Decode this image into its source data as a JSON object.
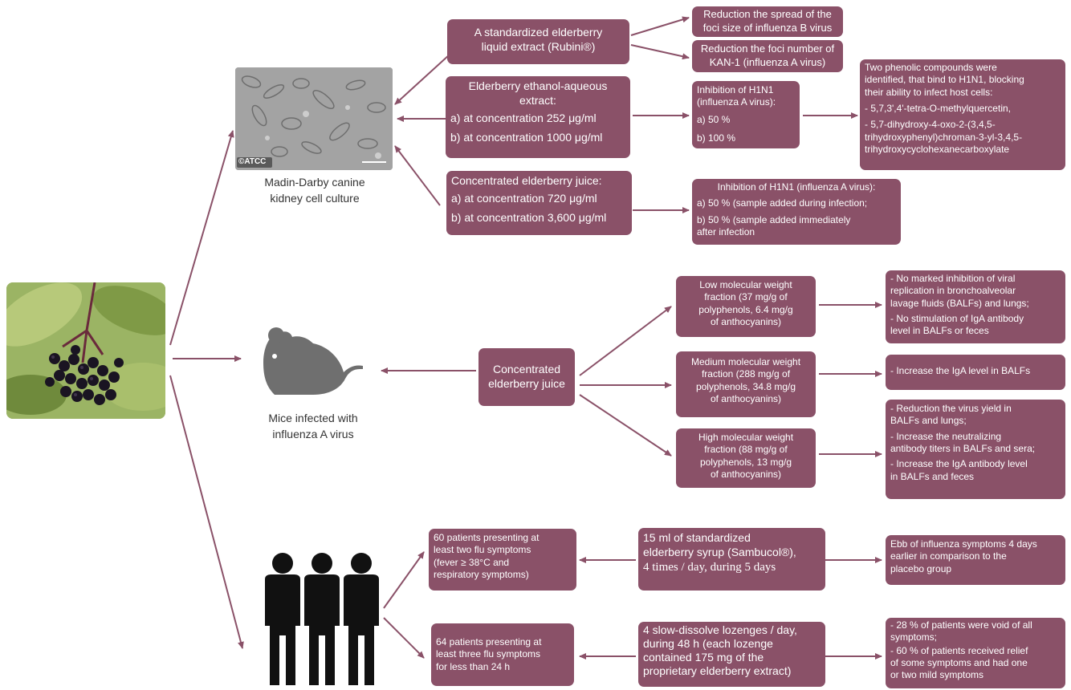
{
  "colors": {
    "box_fill": "#8a5168",
    "arrow": "#8a5168",
    "text_on_box": "#ffffff"
  },
  "icons": {
    "elderberry": "elderberry-photo",
    "cells": "cell-culture-micrograph",
    "mouse": "mouse-icon",
    "people": "people-icon"
  },
  "cells": {
    "watermark": "©ATCC",
    "caption": [
      "Madin-Darby canine",
      "kidney cell culture"
    ],
    "rubini": {
      "lines": [
        "A standardized elderberry",
        "liquid extract (Rubini®)"
      ]
    },
    "rubini_out1": {
      "lines": [
        "Reduction the spread of the",
        "foci size of influenza B virus"
      ]
    },
    "rubini_out2": {
      "lines": [
        "Reduction the foci number of",
        "KAN-1 (influenza A virus)"
      ]
    },
    "ethanol": {
      "lines": [
        "Elderberry  ethanol-aqueous",
        "extract:"
      ],
      "items": [
        "a) at concentration 252 μg/ml",
        "b) at concentration 1000 μg/ml"
      ]
    },
    "ethanol_out": {
      "lines": [
        "Inhibition of H1N1",
        "(influenza A virus):"
      ],
      "items": [
        "a) 50 %",
        "b) 100 %"
      ]
    },
    "phenolic": {
      "lines": [
        "Two phenolic compounds were",
        "identified, that bind to H1N1, blocking",
        "their ability to infect host cells:"
      ],
      "items": [
        "- 5,7,3',4'-tetra-O-methylquercetin,",
        "- 5,7-dihydroxy-4-oxo-2-(3,4,5-\ntrihydroxyphenyl)chroman-3-yl-3,4,5-\ntrihydroxycyclohexanecarboxylate"
      ]
    },
    "juice": {
      "lines": [
        "Concentrated elderberry juice:"
      ],
      "items": [
        "a) at concentration 720 μg/ml",
        "b) at concentration 3,600 μg/ml"
      ]
    },
    "juice_out": {
      "lines": [
        "Inhibition of H1N1 (influenza A virus):"
      ],
      "items": [
        "a) 50 % (sample added during infection;",
        "b) 50 % (sample added immediately\nafter infection"
      ]
    }
  },
  "mice": {
    "caption": [
      "Mice infected with",
      "influenza A virus"
    ],
    "juice": {
      "lines": [
        "Concentrated",
        "elderberry juice"
      ]
    },
    "low": {
      "lines": [
        "Low molecular weight",
        "fraction (37 mg/g of",
        "polyphenols, 6.4 mg/g",
        "of anthocyanins)"
      ]
    },
    "low_out": {
      "items": [
        "- No marked inhibition of viral\nreplication in bronchoalveolar\nlavage fluids (BALFs) and lungs;",
        "- No stimulation of IgA antibody\nlevel in BALFs or feces"
      ]
    },
    "medium": {
      "lines": [
        "Medium molecular weight",
        "fraction (288 mg/g of",
        "polyphenols, 34.8 mg/g",
        "of anthocyanins)"
      ]
    },
    "medium_out": {
      "lines": [
        "- Increase the IgA level in BALFs"
      ]
    },
    "high": {
      "lines": [
        "High molecular weight",
        "fraction (88 mg/g of",
        "polyphenols, 13 mg/g",
        "of anthocyanins)"
      ]
    },
    "high_out": {
      "items": [
        "- Reduction the virus yield in\nBALFs and lungs;",
        "- Increase the neutralizing\nantibody titers in BALFs and sera;",
        "- Increase the IgA antibody level\nin BALFs and feces"
      ]
    }
  },
  "humans": {
    "patients60": {
      "lines": [
        "60 patients presenting at",
        "least two flu symptoms",
        "(fever ≥ 38°C and",
        "respiratory symptoms)"
      ]
    },
    "syrup": {
      "lines": [
        "15 ml of standardized",
        "elderberry syrup (Sambucol®),"
      ],
      "serif_line": "4 times / day, during 5 days"
    },
    "syrup_out": {
      "lines": [
        "Ebb of influenza symptoms 4 days",
        "earlier in comparison to the",
        "placebo group"
      ]
    },
    "patients64": {
      "lines": [
        "64 patients presenting at",
        "least three flu symptoms",
        "for less than 24 h"
      ]
    },
    "lozenges": {
      "lines": [
        "4 slow-dissolve lozenges / day,",
        "during 48 h (each lozenge",
        "contained 175 mg of the",
        "proprietary elderberry extract)"
      ]
    },
    "lozenges_out": {
      "items": [
        "- 28 % of patients were void of all\nsymptoms;",
        "- 60 % of patients received relief\nof some symptoms and had one\nor two mild symptoms"
      ]
    }
  }
}
